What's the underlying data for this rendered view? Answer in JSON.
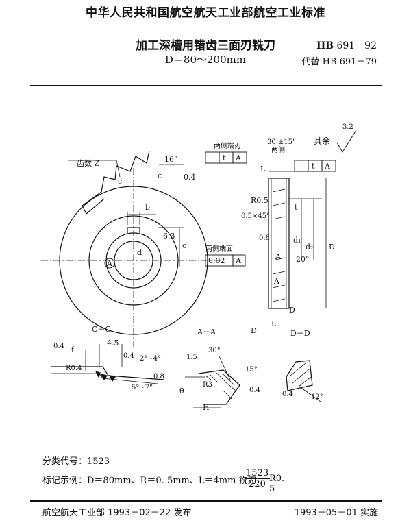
{
  "header": {
    "standard_title": "中华人民共和国航空航天工业部航空工业标准"
  },
  "doc": {
    "title": "加工深槽用错齿三面刃铣刀",
    "subtitle": "D＝80～200mm",
    "standard_number_prefix": "HB",
    "standard_number": "691－92",
    "replaces": "代替 HB 691－79"
  },
  "drawing": {
    "tooth_count_label": "齿数 Z",
    "angle_16": "16°",
    "label_c": "c",
    "roughness_04": "0.4",
    "label_b": "b",
    "roughness_63": "6.3",
    "label_d": "d",
    "label_A": "A",
    "two_side_label": "两侧端面",
    "runout_label": "0.02",
    "angle_30_15": "30 ±15'",
    "two_side_tooth": "两侧",
    "two_side_blade": "两侧端刃",
    "label_t": "t",
    "label_L": "L",
    "label_R05": "R0.5",
    "label_chamfer": "0.5×45°",
    "roughness_08": "0.8",
    "label_d1": "d₁",
    "label_d2": "d₂",
    "label_D": "D",
    "angle_20": "20°",
    "roughness_rest": "其余",
    "roughness_32": "3.2",
    "section_cc": "C－C",
    "section_aa": "A－A",
    "section_dd": "D－D",
    "label_f": "f",
    "dim_45": "4.5",
    "angle_2_4": "2°~4°",
    "label_R04": "R0.4",
    "angle_5_7": "5°~7°",
    "dim_15": "1.5",
    "angle_30": "30°",
    "angle_15": "15°",
    "label_theta": "θ",
    "label_R3": "R3",
    "label_H": "H",
    "angle_12": "12°"
  },
  "meta": {
    "class_code": "分类代号：1523",
    "marking_example": "标记示例：D＝80mm、R＝0. 5mm、L＝4mm 铣刀",
    "marking_num": "1523",
    "marking_den": "220",
    "marking_suffix": "R0. 5"
  },
  "footer": {
    "issued": "航空航天工业部 1993－02－22 发布",
    "effective": "1993－05－01 实施"
  }
}
